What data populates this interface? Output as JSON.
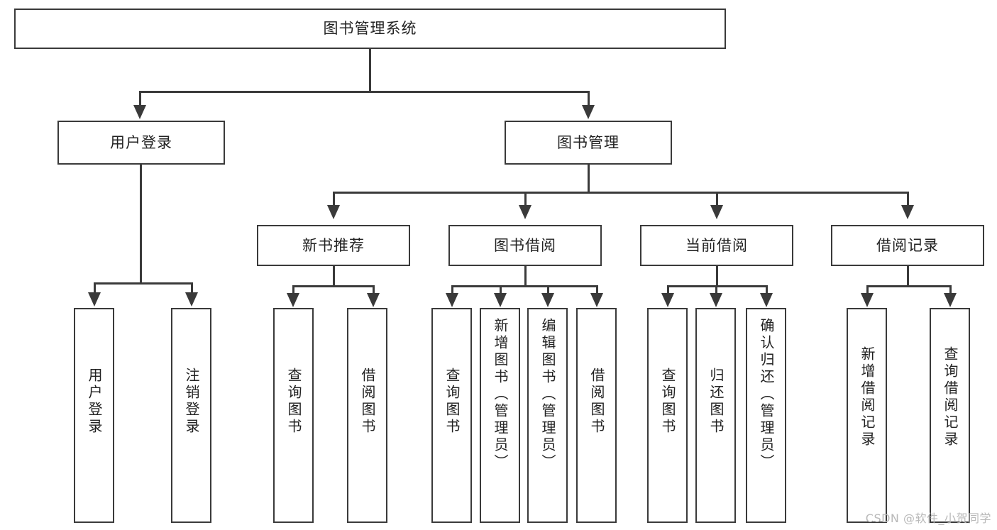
{
  "diagram": {
    "title": "图书管理系统",
    "root": {
      "label": "图书管理系统"
    },
    "level2": [
      {
        "label": "用户登录"
      },
      {
        "label": "图书管理"
      }
    ],
    "level3": [
      {
        "label": "新书推荐"
      },
      {
        "label": "图书借阅"
      },
      {
        "label": "当前借阅"
      },
      {
        "label": "借阅记录"
      }
    ],
    "leaves": {
      "user_login": [
        {
          "label": "用户登录"
        },
        {
          "label": "注销登录"
        }
      ],
      "new_book": [
        {
          "label": "查询图书"
        },
        {
          "label": "借阅图书"
        }
      ],
      "borrow_book": [
        {
          "label": "查询图书"
        },
        {
          "label": "新增图书（管理员）"
        },
        {
          "label": "编辑图书（管理员）"
        },
        {
          "label": "借阅图书"
        }
      ],
      "current_borrow": [
        {
          "label": "查询图书"
        },
        {
          "label": "归还图书"
        },
        {
          "label": "确认归还（管理员）"
        }
      ],
      "borrow_record": [
        {
          "label": "新增借阅记录"
        },
        {
          "label": "查询借阅记录"
        }
      ]
    }
  },
  "watermark": {
    "text": "CSDN @软件_小贺同学"
  },
  "colors": {
    "border": "#3a3a3a",
    "background": "#ffffff",
    "text": "#222222",
    "watermark": "#b9b9b9"
  }
}
